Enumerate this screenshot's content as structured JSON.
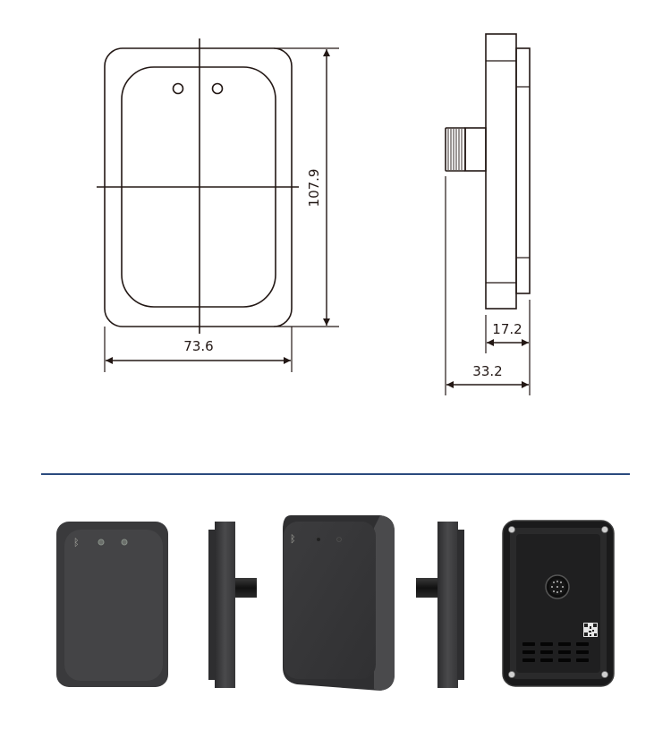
{
  "drawing": {
    "line_color": "#231815",
    "front_view": {
      "width_label": "73.6",
      "height_label": "107.9"
    },
    "side_view": {
      "body_depth_label": "17.2",
      "total_depth_label": "33.2"
    }
  },
  "divider": {
    "color": "#2b4a7e"
  },
  "photos": [
    {
      "view": "front",
      "description": "front face with bluetooth icon and two indicator LEDs"
    },
    {
      "view": "left-side",
      "description": "side profile with connector on right"
    },
    {
      "view": "perspective",
      "description": "angled front view"
    },
    {
      "view": "right-side",
      "description": "side profile with connector on left"
    },
    {
      "view": "back",
      "description": "rear with four screws, circular multi-pin connector, QR label, vent slots"
    }
  ],
  "colors": {
    "device_body": "#3a3a3c",
    "device_face": "#444446",
    "device_back": "#1e1e1f",
    "led": "#9aa29a",
    "icon": "#a8a8a0"
  }
}
